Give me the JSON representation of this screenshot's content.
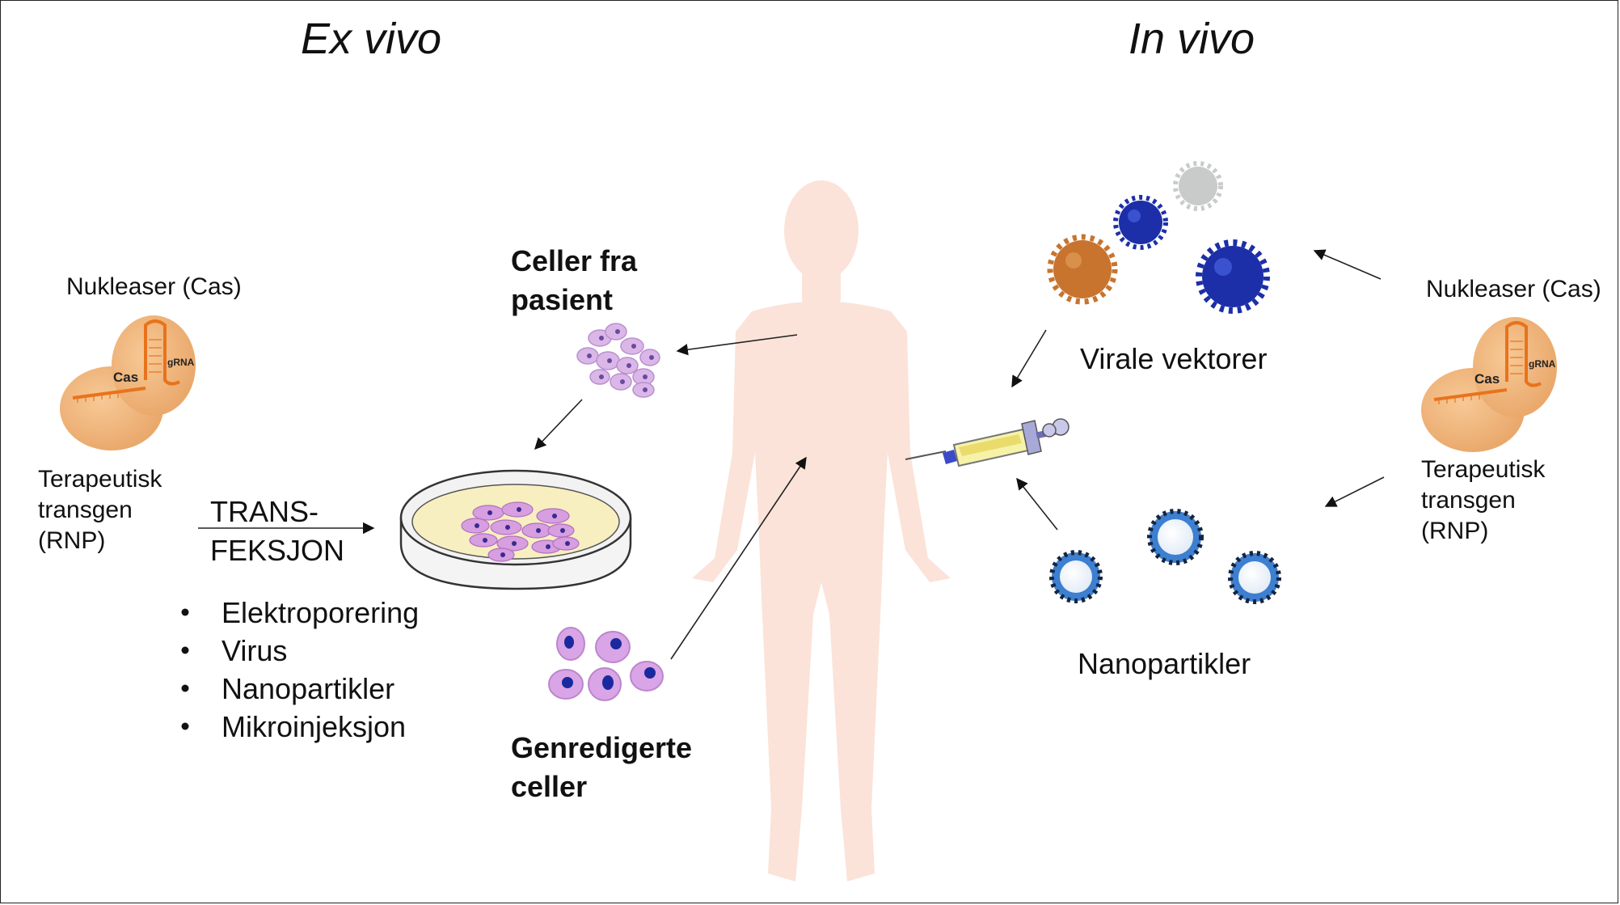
{
  "ex_vivo": {
    "heading": "Ex vivo",
    "nuclease_label": "Nukleaser (Cas)",
    "cas_label": "Cas",
    "grna_label": "gRNA",
    "transgene_lines": [
      "Terapeutisk",
      "transgen",
      "(RNP)"
    ],
    "transfection_lines": [
      "TRANS-",
      "FEKSJON"
    ],
    "methods": [
      "Elektroporering",
      "Virus",
      "Nanopartikler",
      "Mikroinjeksjon"
    ],
    "patient_cells_lines": [
      "Celler fra",
      "pasient"
    ],
    "edited_cells_lines": [
      "Genredigerte",
      "celler"
    ]
  },
  "in_vivo": {
    "heading": "In vivo",
    "nuclease_label": "Nukleaser (Cas)",
    "cas_label": "Cas",
    "grna_label": "gRNA",
    "transgene_lines": [
      "Terapeutisk",
      "transgen",
      "(RNP)"
    ],
    "viral_vectors_label": "Virale vektorer",
    "nanoparticles_label": "Nanopartikler"
  },
  "colors": {
    "body_silhouette": "#fbe3d9",
    "cas_protein": "#f0b27a",
    "rna_strand": "#e8731c",
    "cell_light": "#d9b8e8",
    "cell_nucleus": "#2a1f8f",
    "virus_orange": "#c8742e",
    "virus_blue": "#1c2fa8",
    "virus_grey": "#c9cbcb",
    "nanoparticle_ring": "#3d7fd0",
    "petri_medium": "#f7efc0"
  }
}
